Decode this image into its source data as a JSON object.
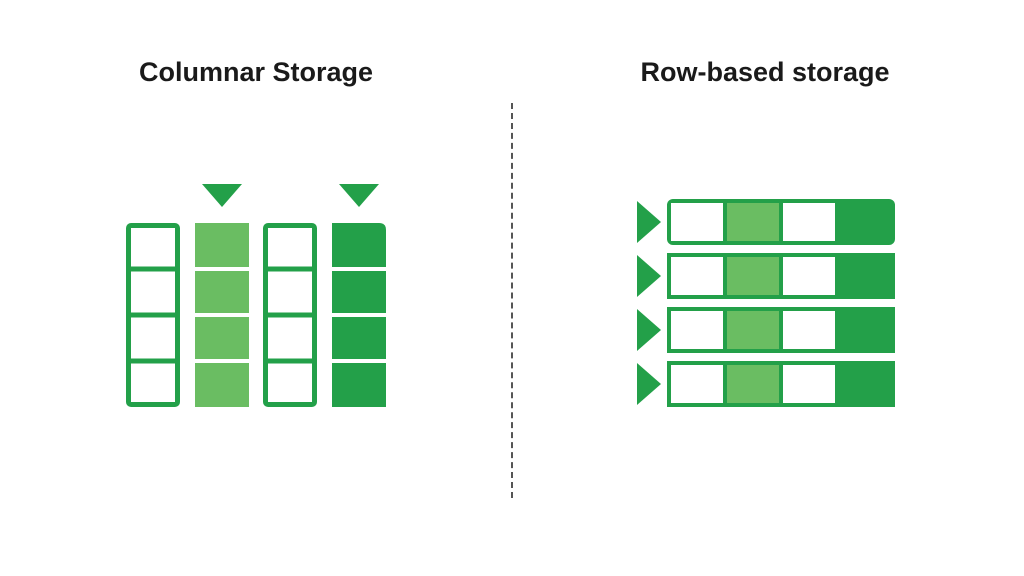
{
  "colors": {
    "dark_green": "#23a049",
    "light_green": "#6abd62",
    "white": "#ffffff",
    "divider": "#555555"
  },
  "columnar": {
    "title": "Columnar Storage",
    "columns": [
      {
        "fill": "white",
        "selected": false
      },
      {
        "fill": "light",
        "selected": true
      },
      {
        "fill": "white",
        "selected": false
      },
      {
        "fill": "dark",
        "selected": true
      }
    ],
    "rows": 4
  },
  "row_based": {
    "title": "Row-based storage",
    "rows": 4,
    "cells": [
      "white",
      "light",
      "white",
      "dark"
    ],
    "selected_rows": [
      true,
      true,
      true,
      true
    ]
  }
}
